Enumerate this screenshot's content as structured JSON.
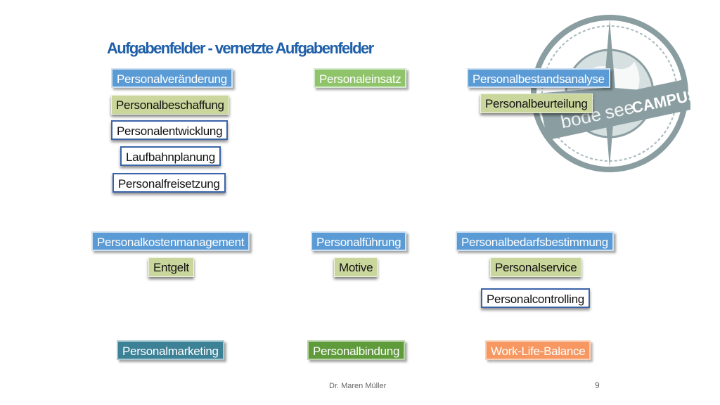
{
  "title": "Aufgabenfelder - vernetzte Aufgabenfelder",
  "logo": {
    "text_left": "bode",
    "text_right": "see",
    "text_campus": "CAMPUS"
  },
  "boxes": {
    "personalveraenderung": "Personalveränderung",
    "personalbeschaffung": "Personalbeschaffung",
    "personalentwicklung": "Personalentwicklung",
    "laufbahnplanung": "Laufbahnplanung",
    "personalfreisetzung": "Personalfreisetzung",
    "personaleinsatz": "Personaleinsatz",
    "personalbestandsanalyse": "Personalbestandsanalyse",
    "personalbeurteilung": "Personalbeurteilung",
    "personalkostenmanagement": "Personalkostenmanagement",
    "entgelt": "Entgelt",
    "personalfuehrung": "Personalführung",
    "motive": "Motive",
    "personalbedarfsbestimmung": "Personalbedarfsbestimmung",
    "personalservice": "Personalservice",
    "personalcontrolling": "Personalcontrolling",
    "personalmarketing": "Personalmarketing",
    "personalbindung": "Personalbindung",
    "work_life_balance": "Work-Life-Balance"
  },
  "footer": {
    "author": "Dr. Maren Müller",
    "page": "9"
  },
  "colors": {
    "title": "#1f5fa8",
    "blue": "#5b9bd5",
    "green": "#8fc46a",
    "khaki": "#c9d69c",
    "teal": "#3c8196",
    "dark_green": "#5f9a3b",
    "orange": "#f79862",
    "logo_gray": "#8a9ea2"
  }
}
